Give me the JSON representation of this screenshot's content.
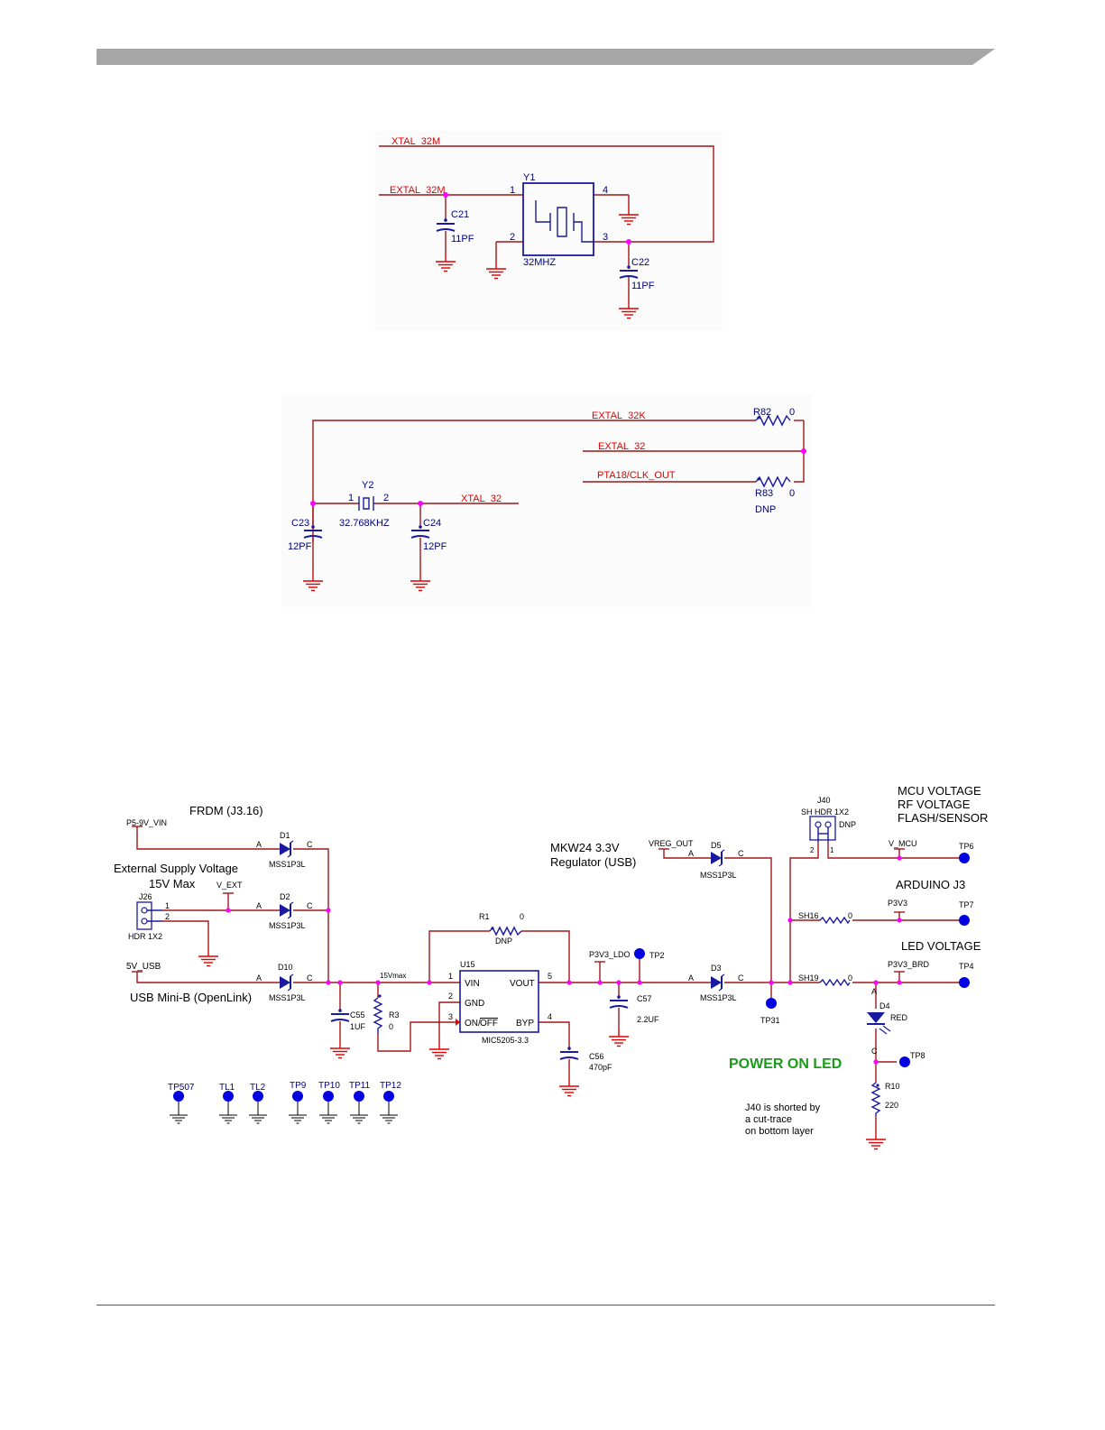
{
  "crystal_32m": {
    "nets": {
      "xtal": "XTAL_32M",
      "extal": "EXTAL_32M"
    },
    "y1": {
      "ref": "Y1",
      "value": "32MHZ",
      "pins": [
        "1",
        "2",
        "3",
        "4"
      ]
    },
    "c21": {
      "ref": "C21",
      "value": "11PF"
    },
    "c22": {
      "ref": "C22",
      "value": "11PF"
    }
  },
  "crystal_32k": {
    "nets": {
      "extal_32k": "EXTAL_32K",
      "extal_32": "EXTAL_32",
      "pta18": "PTA18/CLK_OUT",
      "xtal_32": "XTAL_32"
    },
    "r82": {
      "ref": "R82",
      "value": "0"
    },
    "r83": {
      "ref": "R83",
      "value": "0",
      "note": "DNP"
    },
    "y2": {
      "ref": "Y2",
      "value": "32.768KHZ",
      "pins": [
        "1",
        "2"
      ]
    },
    "c23": {
      "ref": "C23",
      "value": "12PF"
    },
    "c24": {
      "ref": "C24",
      "value": "12PF"
    }
  },
  "power": {
    "frdm": "FRDM (J3.16)",
    "p5_9v_vin": "P5-9V_VIN",
    "ext_supply_line1": "External Supply Voltage",
    "ext_supply_line2": "15V Max",
    "v_ext": "V_EXT",
    "j26": {
      "ref": "J26",
      "value": "HDR 1X2",
      "pins": [
        "1",
        "2"
      ]
    },
    "usb_5v": "5V_USB",
    "usb_mini_b": "USB Mini-B (OpenLink)",
    "diode_part": "MSS1P3L",
    "pin_a": "A",
    "pin_c": "C",
    "d1": "D1",
    "d2": "D2",
    "d10": "D10",
    "d5": "D5",
    "d3": "D3",
    "max15v": "15Vmax",
    "c55": {
      "ref": "C55",
      "value": "1UF"
    },
    "r3": {
      "ref": "R3",
      "value": "0"
    },
    "r1": {
      "ref": "R1",
      "value": "0",
      "note": "DNP"
    },
    "u15": {
      "ref": "U15",
      "part": "MIC5205-3.3",
      "vin": "VIN",
      "vout": "VOUT",
      "gnd": "GND",
      "on": "ON/",
      "off": "OFF",
      "byp": "BYP",
      "pins": [
        "1",
        "2",
        "3",
        "4",
        "5"
      ]
    },
    "c56": {
      "ref": "C56",
      "value": "470pF"
    },
    "c57": {
      "ref": "C57",
      "value": "2.2UF"
    },
    "p3v3_ldo": "P3V3_LDO",
    "tp2": "TP2",
    "mkw24_line1": "MKW24 3.3V",
    "mkw24_line2": "Regulator (USB)",
    "vreg_out": "VREG_OUT",
    "tp31": "TP31",
    "j40": {
      "ref": "J40",
      "value": "SH HDR 1X2",
      "note": "DNP",
      "pins": [
        "2",
        "1"
      ]
    },
    "mcu_voltage": "MCU VOLTAGE",
    "rf_voltage": "RF VOLTAGE",
    "flash_sensor": "FLASH/SENSOR",
    "v_mcu": "V_MCU",
    "tp6": "TP6",
    "arduino": "ARDUINO J3",
    "sh16": "SH16",
    "sh16_val": "0",
    "p3v3": "P3V3",
    "tp7": "TP7",
    "led_voltage": "LED VOLTAGE",
    "sh19": "SH19",
    "sh19_val": "0",
    "p3v3_brd": "P3V3_BRD",
    "tp4": "TP4",
    "d4": {
      "ref": "D4",
      "value": "RED",
      "anode": "A",
      "cathode": "C"
    },
    "tp8": "TP8",
    "r10": {
      "ref": "R10",
      "value": "220"
    },
    "power_on_led": "POWER ON LED",
    "note_line1": "J40 is shorted by",
    "note_line2": "a cut-trace",
    "note_line3": "on bottom layer",
    "testpoints": [
      "TP507",
      "TL1",
      "TL2",
      "TP9",
      "TP10",
      "TP11",
      "TP12"
    ]
  }
}
